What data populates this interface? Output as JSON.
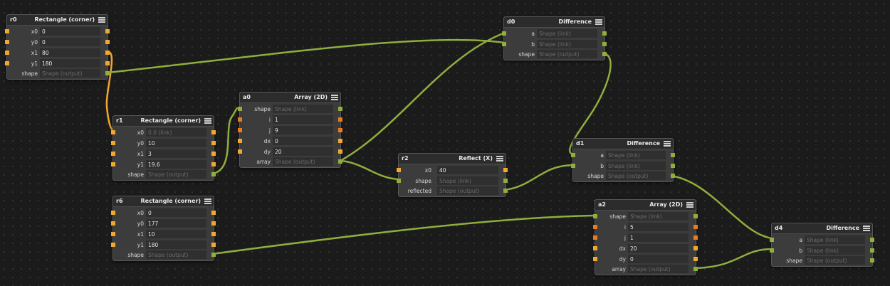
{
  "colors": {
    "wire_shape": "#8fae3d",
    "wire_number": "#f0a830",
    "port_number": "#f0a830",
    "port_integer": "#e87a20",
    "port_shape": "#8fae3d",
    "canvas": "#1b1b1b"
  },
  "nodes": {
    "r0": {
      "id": "r0",
      "title": "Rectangle (corner)",
      "rows": {
        "x0": {
          "label": "x0",
          "value": "0",
          "placeholder": ""
        },
        "y0": {
          "label": "y0",
          "value": "0",
          "placeholder": ""
        },
        "x1": {
          "label": "x1",
          "value": "80",
          "placeholder": ""
        },
        "y1": {
          "label": "y1",
          "value": "180",
          "placeholder": ""
        },
        "shape": {
          "label": "shape",
          "value": "",
          "placeholder": "Shape (output)"
        }
      }
    },
    "r1": {
      "id": "r1",
      "title": "Rectangle (corner)",
      "rows": {
        "x0": {
          "label": "x0",
          "value": "",
          "placeholder": "0.0 (link)"
        },
        "y0": {
          "label": "y0",
          "value": "10",
          "placeholder": ""
        },
        "x1": {
          "label": "x1",
          "value": "3",
          "placeholder": ""
        },
        "y1": {
          "label": "y1",
          "value": "19.6",
          "placeholder": ""
        },
        "shape": {
          "label": "shape",
          "value": "",
          "placeholder": "Shape (output)"
        }
      }
    },
    "r6": {
      "id": "r6",
      "title": "Rectangle (corner)",
      "rows": {
        "x0": {
          "label": "x0",
          "value": "0",
          "placeholder": ""
        },
        "y0": {
          "label": "y0",
          "value": "177",
          "placeholder": ""
        },
        "x1": {
          "label": "x1",
          "value": "10",
          "placeholder": ""
        },
        "y1": {
          "label": "y1",
          "value": "180",
          "placeholder": ""
        },
        "shape": {
          "label": "shape",
          "value": "",
          "placeholder": "Shape (output)"
        }
      }
    },
    "a0": {
      "id": "a0",
      "title": "Array (2D)",
      "rows": {
        "shape": {
          "label": "shape",
          "value": "",
          "placeholder": "Shape (link)"
        },
        "i": {
          "label": "i",
          "value": "1",
          "placeholder": ""
        },
        "j": {
          "label": "j",
          "value": "9",
          "placeholder": ""
        },
        "dx": {
          "label": "dx",
          "value": "0",
          "placeholder": ""
        },
        "dy": {
          "label": "dy",
          "value": "20",
          "placeholder": ""
        },
        "array": {
          "label": "array",
          "value": "",
          "placeholder": "Shape (output)"
        }
      }
    },
    "d0": {
      "id": "d0",
      "title": "Difference",
      "rows": {
        "a": {
          "label": "a",
          "value": "",
          "placeholder": "Shape (link)"
        },
        "b": {
          "label": "b",
          "value": "",
          "placeholder": "Shape (link)"
        },
        "shape": {
          "label": "shape",
          "value": "",
          "placeholder": "Shape (output)"
        }
      }
    },
    "r2": {
      "id": "r2",
      "title": "Reflect (X)",
      "rows": {
        "x0": {
          "label": "x0",
          "value": "40",
          "placeholder": ""
        },
        "shape": {
          "label": "shape",
          "value": "",
          "placeholder": "Shape (link)"
        },
        "reflected": {
          "label": "reflected",
          "value": "",
          "placeholder": "Shape (output)"
        }
      }
    },
    "d1": {
      "id": "d1",
      "title": "Difference",
      "rows": {
        "a": {
          "label": "a",
          "value": "",
          "placeholder": "Shape (link)"
        },
        "b": {
          "label": "b",
          "value": "",
          "placeholder": "Shape (link)"
        },
        "shape": {
          "label": "shape",
          "value": "",
          "placeholder": "Shape (output)"
        }
      }
    },
    "a2": {
      "id": "a2",
      "title": "Array (2D)",
      "rows": {
        "shape": {
          "label": "shape",
          "value": "",
          "placeholder": "Shape (link)"
        },
        "i": {
          "label": "i",
          "value": "5",
          "placeholder": ""
        },
        "j": {
          "label": "j",
          "value": "1",
          "placeholder": ""
        },
        "dx": {
          "label": "dx",
          "value": "20",
          "placeholder": ""
        },
        "dy": {
          "label": "dy",
          "value": "0",
          "placeholder": ""
        },
        "array": {
          "label": "array",
          "value": "",
          "placeholder": "Shape (output)"
        }
      }
    },
    "d4": {
      "id": "d4",
      "title": "Difference",
      "rows": {
        "a": {
          "label": "a",
          "value": "",
          "placeholder": "Shape (link)"
        },
        "b": {
          "label": "b",
          "value": "",
          "placeholder": "Shape (link)"
        },
        "shape": {
          "label": "shape",
          "value": "",
          "placeholder": "Shape (output)"
        }
      }
    }
  }
}
